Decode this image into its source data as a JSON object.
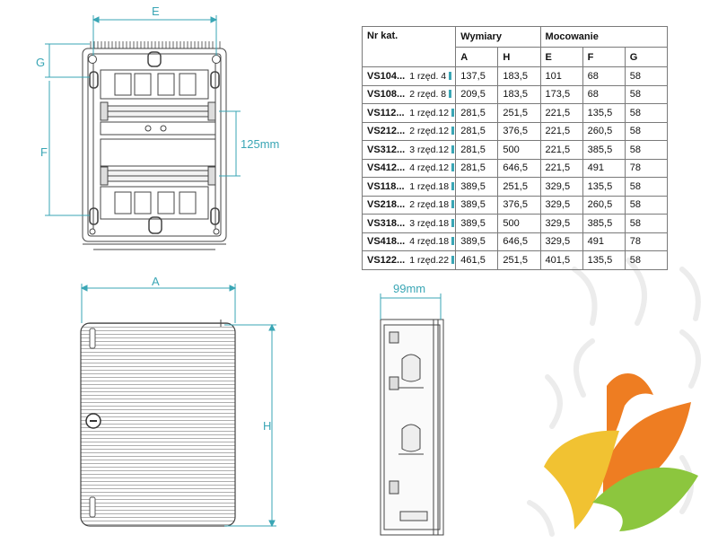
{
  "colors": {
    "dimension": "#3aa6b5",
    "line": "#444444",
    "logo_orange": "#ee7d22",
    "logo_yellow": "#f1c232",
    "logo_green": "#8cc63e",
    "watermark": "#e8e8e8"
  },
  "dimensions": {
    "E": "E",
    "G": "G",
    "F": "F",
    "pitch": "125mm",
    "A": "A",
    "H": "H",
    "depth": "99mm"
  },
  "table": {
    "h_nrkat": "Nr kat.",
    "h_wymiary": "Wymiary",
    "h_mocowanie": "Mocowanie",
    "h_A": "A",
    "h_H": "H",
    "h_E": "E",
    "h_F": "F",
    "h_G": "G",
    "rows": [
      {
        "nr": "VS104...",
        "rz": "1 rzęd. 4",
        "A": "137,5",
        "H": "183,5",
        "E": "101",
        "F": "68",
        "G": "58"
      },
      {
        "nr": "VS108...",
        "rz": "2 rzęd. 8",
        "A": "209,5",
        "H": "183,5",
        "E": "173,5",
        "F": "68",
        "G": "58"
      },
      {
        "nr": "VS112...",
        "rz": "1 rzęd.12",
        "A": "281,5",
        "H": "251,5",
        "E": "221,5",
        "F": "135,5",
        "G": "58"
      },
      {
        "nr": "VS212...",
        "rz": "2 rzęd.12",
        "A": "281,5",
        "H": "376,5",
        "E": "221,5",
        "F": "260,5",
        "G": "58"
      },
      {
        "nr": "VS312...",
        "rz": "3 rzęd.12",
        "A": "281,5",
        "H": "500",
        "E": "221,5",
        "F": "385,5",
        "G": "58"
      },
      {
        "nr": "VS412...",
        "rz": "4 rzęd.12",
        "A": "281,5",
        "H": "646,5",
        "E": "221,5",
        "F": "491",
        "G": "78"
      },
      {
        "nr": "VS118...",
        "rz": "1 rzęd.18",
        "A": "389,5",
        "H": "251,5",
        "E": "329,5",
        "F": "135,5",
        "G": "58"
      },
      {
        "nr": "VS218...",
        "rz": "2 rzęd.18",
        "A": "389,5",
        "H": "376,5",
        "E": "329,5",
        "F": "260,5",
        "G": "58"
      },
      {
        "nr": "VS318...",
        "rz": "3 rzęd.18",
        "A": "389,5",
        "H": "500",
        "E": "329,5",
        "F": "385,5",
        "G": "58"
      },
      {
        "nr": "VS418...",
        "rz": "4 rzęd.18",
        "A": "389,5",
        "H": "646,5",
        "E": "329,5",
        "F": "491",
        "G": "78"
      },
      {
        "nr": "VS122...",
        "rz": "1 rzęd.22",
        "A": "461,5",
        "H": "251,5",
        "E": "401,5",
        "F": "135,5",
        "G": "58"
      }
    ]
  }
}
